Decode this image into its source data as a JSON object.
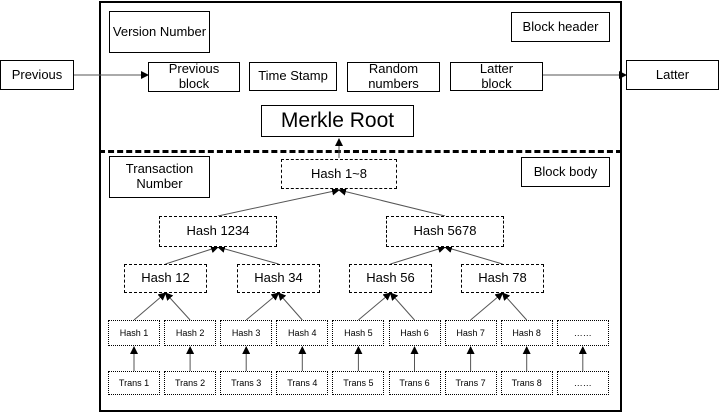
{
  "header": {
    "version": "Version Number",
    "block_header": "Block  header",
    "previous_block": "Previous block",
    "time_stamp": "Time Stamp",
    "random_numbers": "Random numbers",
    "latter_block": "Latter block",
    "merkle_root": "Merkle Root"
  },
  "outside": {
    "previous": "Previous",
    "latter": "Latter"
  },
  "body": {
    "transaction_number": "Transaction Number",
    "block_body": "Block  body"
  },
  "tree": {
    "root": "Hash 1~8",
    "level2": [
      "Hash 1234",
      "Hash 5678"
    ],
    "level3": [
      "Hash 12",
      "Hash 34",
      "Hash 56",
      "Hash 78"
    ],
    "hashes": [
      "Hash 1",
      "Hash 2",
      "Hash 3",
      "Hash 4",
      "Hash 5",
      "Hash 6",
      "Hash 7",
      "Hash 8",
      "……"
    ],
    "trans": [
      "Trans 1",
      "Trans 2",
      "Trans 3",
      "Trans 4",
      "Trans 5",
      "Trans 6",
      "Trans 7",
      "Trans 8",
      "……"
    ]
  }
}
